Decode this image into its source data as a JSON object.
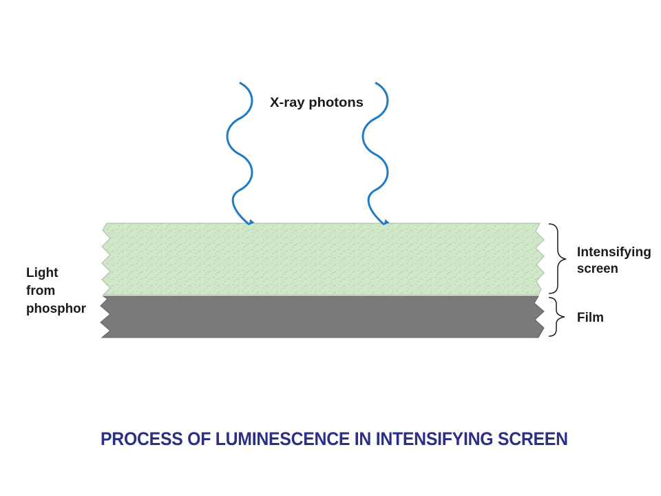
{
  "labels": {
    "photons": "X-ray photons",
    "screen_line1": "Intensifying",
    "screen_line2": "screen",
    "film": "Film",
    "light_line1": "Light",
    "light_line2": "from",
    "light_line3": "phosphor"
  },
  "caption": "PROCESS OF LUMINESCENCE IN INTENSIFYING SCREEN",
  "colors": {
    "screen_fill": "#cfe8c8",
    "screen_speckle": "#b9c9b0",
    "film_fill": "#7b7b7b",
    "arrow": "#1f7bc4",
    "caption": "#2c2f86",
    "text": "#1a1a1a"
  }
}
